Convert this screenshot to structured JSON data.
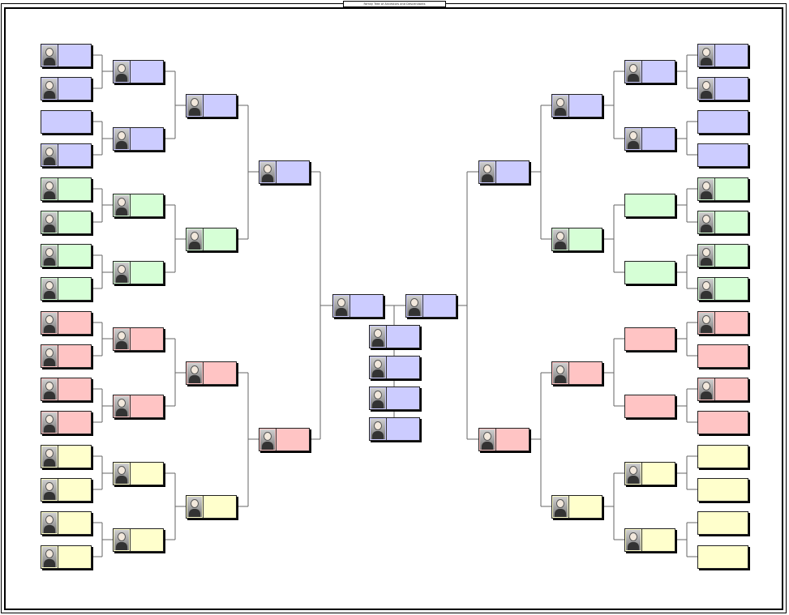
{
  "header": {
    "title": "Family Tree of Ancestors and Descendants"
  },
  "colors": {
    "blue": "#ccccff",
    "green": "#d6ffd6",
    "red": "#ffc4c4",
    "yellow": "#ffffcc",
    "line": "#666666"
  },
  "icons": {
    "portrait": "person-photo-icon"
  },
  "people": [
    {
      "id": "L1",
      "group": "blue",
      "lines": [
        "",
        "",
        "",
        ""
      ]
    },
    {
      "id": "L2",
      "group": "blue",
      "lines": [
        "",
        "",
        "",
        ""
      ]
    },
    {
      "id": "L3",
      "group": "blue",
      "lines": [
        "",
        "",
        "",
        ""
      ]
    },
    {
      "id": "L4",
      "group": "blue",
      "lines": [
        "",
        "",
        "",
        ""
      ]
    },
    {
      "id": "L5",
      "group": "green",
      "lines": [
        "",
        "",
        "",
        ""
      ]
    },
    {
      "id": "L6",
      "group": "green",
      "lines": [
        "",
        "",
        "",
        ""
      ]
    },
    {
      "id": "L7",
      "group": "green",
      "lines": [
        "",
        "",
        "",
        ""
      ]
    },
    {
      "id": "L8",
      "group": "green",
      "lines": [
        "",
        "",
        "",
        ""
      ]
    },
    {
      "id": "L9",
      "group": "red",
      "lines": [
        "",
        "",
        "",
        ""
      ]
    },
    {
      "id": "L10",
      "group": "red",
      "lines": [
        "",
        "",
        "",
        ""
      ]
    },
    {
      "id": "L11",
      "group": "red",
      "lines": [
        "",
        "",
        "",
        ""
      ]
    },
    {
      "id": "L12",
      "group": "red",
      "lines": [
        "",
        "",
        "",
        ""
      ]
    },
    {
      "id": "L13",
      "group": "yellow",
      "lines": [
        "",
        "",
        "",
        ""
      ]
    },
    {
      "id": "L14",
      "group": "yellow",
      "lines": [
        "",
        "",
        "",
        ""
      ]
    },
    {
      "id": "L15",
      "group": "yellow",
      "lines": [
        "",
        "",
        "",
        ""
      ]
    },
    {
      "id": "L16",
      "group": "yellow",
      "lines": [
        "",
        "",
        "",
        ""
      ]
    },
    {
      "id": "L17",
      "group": "blue",
      "lines": [
        "",
        "",
        "",
        ""
      ]
    },
    {
      "id": "L18",
      "group": "blue",
      "lines": [
        "",
        "",
        "",
        ""
      ]
    },
    {
      "id": "L19",
      "group": "green",
      "lines": [
        "",
        "",
        "",
        ""
      ]
    },
    {
      "id": "L20",
      "group": "green",
      "lines": [
        "",
        "",
        "",
        ""
      ]
    },
    {
      "id": "L21",
      "group": "red",
      "lines": [
        "",
        "",
        "",
        ""
      ]
    },
    {
      "id": "L22",
      "group": "red",
      "lines": [
        "",
        "",
        "",
        ""
      ]
    },
    {
      "id": "L23",
      "group": "yellow",
      "lines": [
        "",
        "",
        "",
        ""
      ]
    },
    {
      "id": "L24",
      "group": "yellow",
      "lines": [
        "",
        "",
        "",
        ""
      ]
    },
    {
      "id": "L25",
      "group": "blue",
      "lines": [
        "",
        "",
        "",
        ""
      ]
    },
    {
      "id": "L26",
      "group": "green",
      "lines": [
        "",
        "",
        "",
        ""
      ]
    },
    {
      "id": "L27",
      "group": "red",
      "lines": [
        "",
        "",
        "",
        ""
      ]
    },
    {
      "id": "L28",
      "group": "yellow",
      "lines": [
        "",
        "",
        "",
        ""
      ]
    },
    {
      "id": "L29",
      "group": "blue",
      "lines": [
        "",
        "",
        "",
        ""
      ]
    },
    {
      "id": "L30",
      "group": "red",
      "lines": [
        "",
        "",
        "",
        ""
      ]
    },
    {
      "id": "C1",
      "group": "blue",
      "lines": [
        "",
        "",
        "",
        ""
      ]
    },
    {
      "id": "C2",
      "group": "blue",
      "lines": [
        "",
        "",
        "",
        ""
      ]
    },
    {
      "id": "C3",
      "group": "blue",
      "lines": [
        "",
        "",
        "",
        ""
      ]
    },
    {
      "id": "C4",
      "group": "blue",
      "lines": [
        "",
        "",
        "",
        ""
      ]
    },
    {
      "id": "C5",
      "group": "blue",
      "lines": [
        "",
        "",
        "",
        ""
      ]
    },
    {
      "id": "C6",
      "group": "blue",
      "lines": [
        "",
        "",
        "",
        ""
      ]
    },
    {
      "id": "R29",
      "group": "blue",
      "lines": [
        "",
        "",
        "",
        ""
      ]
    },
    {
      "id": "R30",
      "group": "red",
      "lines": [
        "",
        "",
        "",
        ""
      ]
    },
    {
      "id": "R25",
      "group": "blue",
      "lines": [
        "",
        "",
        "",
        ""
      ]
    },
    {
      "id": "R26",
      "group": "green",
      "lines": [
        "",
        "",
        "",
        ""
      ]
    },
    {
      "id": "R27",
      "group": "red",
      "lines": [
        "",
        "",
        "",
        ""
      ]
    },
    {
      "id": "R28",
      "group": "yellow",
      "lines": [
        "",
        "",
        "",
        ""
      ]
    },
    {
      "id": "R17",
      "group": "blue",
      "lines": [
        "",
        "",
        "",
        ""
      ]
    },
    {
      "id": "R18",
      "group": "blue",
      "lines": [
        "",
        "",
        "",
        ""
      ]
    },
    {
      "id": "R19",
      "group": "green",
      "lines": [
        "",
        "",
        "",
        ""
      ]
    },
    {
      "id": "R20",
      "group": "green",
      "lines": [
        "",
        "",
        "",
        ""
      ]
    },
    {
      "id": "R21",
      "group": "red",
      "lines": [
        "",
        "",
        "",
        ""
      ]
    },
    {
      "id": "R22",
      "group": "red",
      "lines": [
        "",
        "",
        "",
        ""
      ]
    },
    {
      "id": "R23",
      "group": "yellow",
      "lines": [
        "",
        "",
        "",
        ""
      ]
    },
    {
      "id": "R24",
      "group": "yellow",
      "lines": [
        "",
        "",
        "",
        ""
      ]
    },
    {
      "id": "R1",
      "group": "blue",
      "lines": [
        "",
        "",
        "",
        ""
      ]
    },
    {
      "id": "R2",
      "group": "blue",
      "lines": [
        "",
        "",
        "",
        ""
      ]
    },
    {
      "id": "R3",
      "group": "blue",
      "lines": [
        "",
        "",
        "",
        ""
      ]
    },
    {
      "id": "R4",
      "group": "blue",
      "lines": [
        "",
        "",
        "",
        ""
      ]
    },
    {
      "id": "R5",
      "group": "green",
      "lines": [
        "",
        "",
        "",
        ""
      ]
    },
    {
      "id": "R6",
      "group": "green",
      "lines": [
        "",
        "",
        "",
        ""
      ]
    },
    {
      "id": "R7",
      "group": "green",
      "lines": [
        "",
        "",
        "",
        ""
      ]
    },
    {
      "id": "R8",
      "group": "green",
      "lines": [
        "",
        "",
        "",
        ""
      ]
    },
    {
      "id": "R9",
      "group": "red",
      "lines": [
        "",
        "",
        "",
        ""
      ]
    },
    {
      "id": "R10",
      "group": "red",
      "lines": [
        "",
        "",
        "",
        ""
      ]
    },
    {
      "id": "R11",
      "group": "red",
      "lines": [
        "",
        "",
        "",
        ""
      ]
    },
    {
      "id": "R12",
      "group": "red",
      "lines": [
        "",
        "",
        "",
        ""
      ]
    },
    {
      "id": "R13",
      "group": "yellow",
      "lines": [
        "",
        "",
        "",
        ""
      ]
    },
    {
      "id": "R14",
      "group": "yellow",
      "lines": [
        "",
        "",
        "",
        ""
      ]
    },
    {
      "id": "R15",
      "group": "yellow",
      "lines": [
        "",
        "",
        "",
        ""
      ]
    },
    {
      "id": "R16",
      "group": "yellow",
      "lines": [
        "",
        "",
        "",
        ""
      ]
    }
  ]
}
